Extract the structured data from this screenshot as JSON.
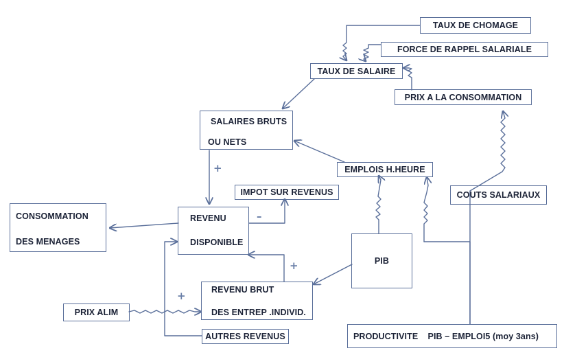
{
  "nodes": {
    "taux_chomage": "TAUX DE CHOMAGE",
    "force_rappel": "FORCE DE RAPPEL SALARIALE",
    "taux_salaire": "TAUX DE SALAIRE",
    "prix_conso": "PRIX A LA CONSOMMATION",
    "salaires_bruts_l1": "SALAIRES BRUTS",
    "salaires_bruts_l2": "OU NETS",
    "emplois": "EMPLOIS H.HEURE",
    "couts_salariaux": "COUTS SALARIAUX",
    "impot": "IMPOT SUR REVENUS",
    "consommation_l1": "CONSOMMATION",
    "consommation_l2": "DES MENAGES",
    "revenu_l1": "REVENU",
    "revenu_l2": "DISPONIBLE",
    "pib": "PIB",
    "revenu_brut_l1": "REVENU BRUT",
    "revenu_brut_l2": "DES ENTREP .INDIVID.",
    "prix_alim": "PRIX ALIM",
    "autres_revenus": "AUTRES REVENUS",
    "productivite": "PRODUCTIVITE    PIB – EMPLOI5 (moy 3ans)"
  },
  "signs": {
    "salaires_to_revenu": "+",
    "revenu_to_impot": "–",
    "revenu_brut_to_revenu": "+",
    "prix_alim_to_revenu_brut": "+"
  },
  "colors": {
    "stroke": "#5a6f9a",
    "text": "#1b2236"
  }
}
